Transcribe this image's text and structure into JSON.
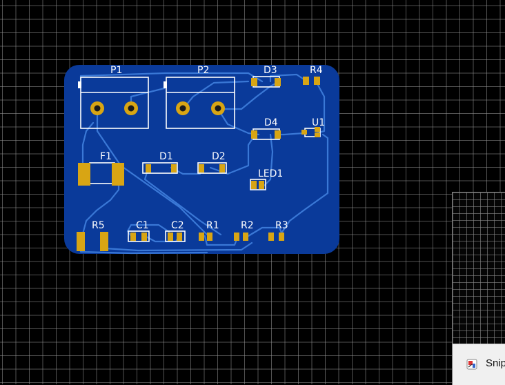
{
  "colors": {
    "board": "#0a3a9a",
    "trace": "#3a78d6",
    "pad": "#d8a514",
    "silkscreen": "#ffffff",
    "grid": "#969696"
  },
  "components": {
    "P1": "P1",
    "P2": "P2",
    "D3": "D3",
    "R4": "R4",
    "D4": "D4",
    "U1": "U1",
    "F1": "F1",
    "D1": "D1",
    "D2": "D2",
    "LED1": "LED1",
    "R5": "R5",
    "C1": "C1",
    "C2": "C2",
    "R1": "R1",
    "R2": "R2",
    "R3": "R3"
  },
  "taskbar": {
    "app_label": "Snip",
    "app_icon": "snipping-tool-icon"
  }
}
